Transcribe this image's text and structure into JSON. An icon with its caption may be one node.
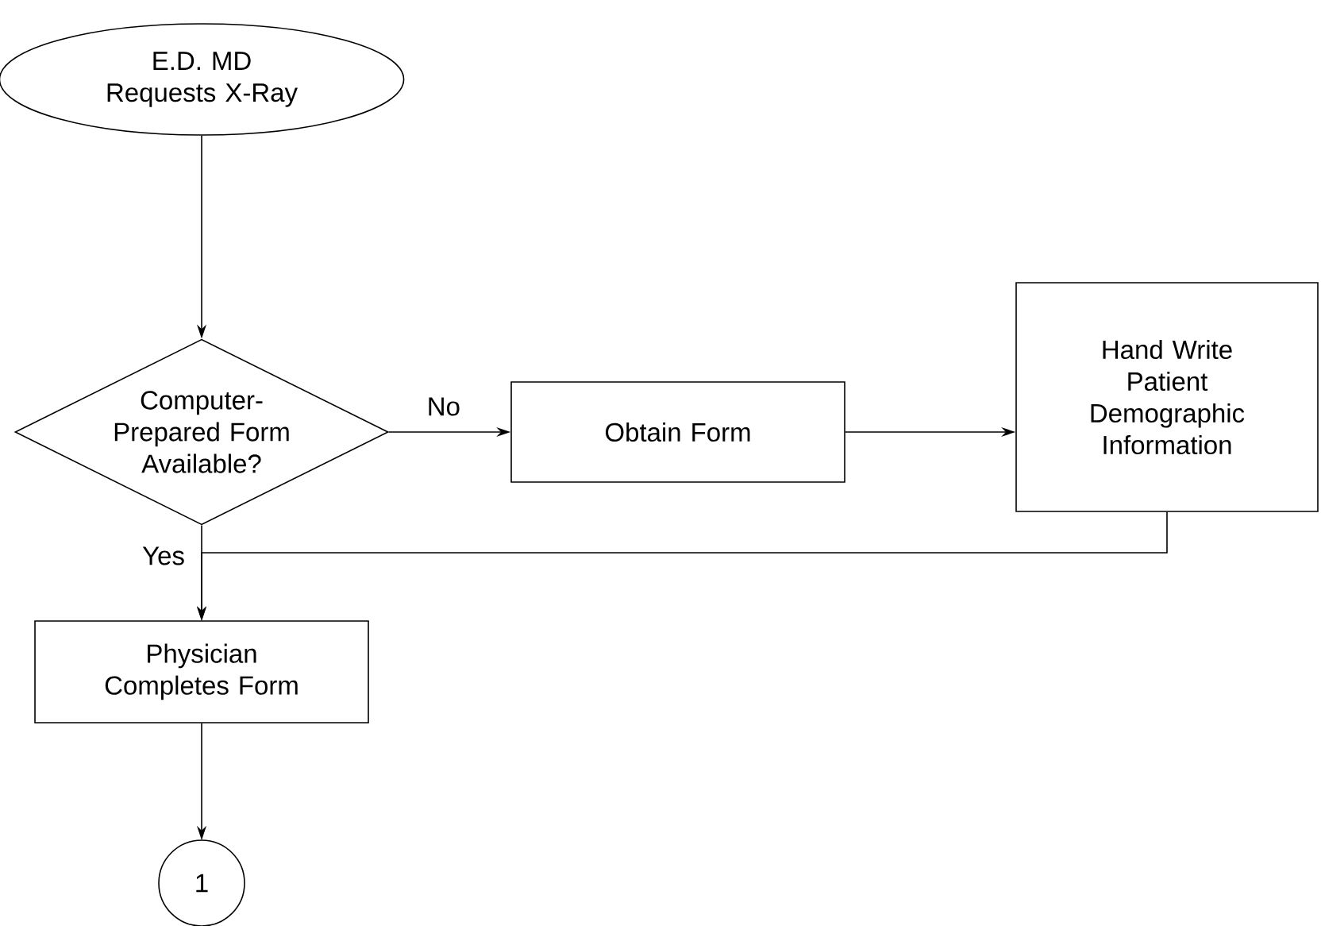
{
  "diagram": {
    "nodes": [
      {
        "text": [
          "E.D. MD Requests X-Ray"
        ]
      },
      {
        "text": [
          "Computer- Prepared Form Available?"
        ]
      },
      {
        "text": [
          "Obtain Form"
        ]
      },
      {
        "text": [
          "Hand Write Patient Demographic Information"
        ]
      },
      {
        "text": [
          "Physician Completes Form"
        ]
      },
      {
        "text": [
          "1"
        ]
      }
    ],
    "edges": [
      {
        "from": 0,
        "to": 1,
        "arrow": "to"
      },
      {
        "from": 1,
        "to": 2,
        "arrow": "to",
        "label": "No"
      },
      {
        "from": 2,
        "to": 3,
        "arrow": "to"
      },
      {
        "from": 3,
        "to": 4,
        "arrow": "to"
      },
      {
        "from": 1,
        "to": 4,
        "arrow": "to",
        "label": "Yes"
      },
      {
        "from": 4,
        "to": 5,
        "arrow": "to"
      }
    ]
  }
}
